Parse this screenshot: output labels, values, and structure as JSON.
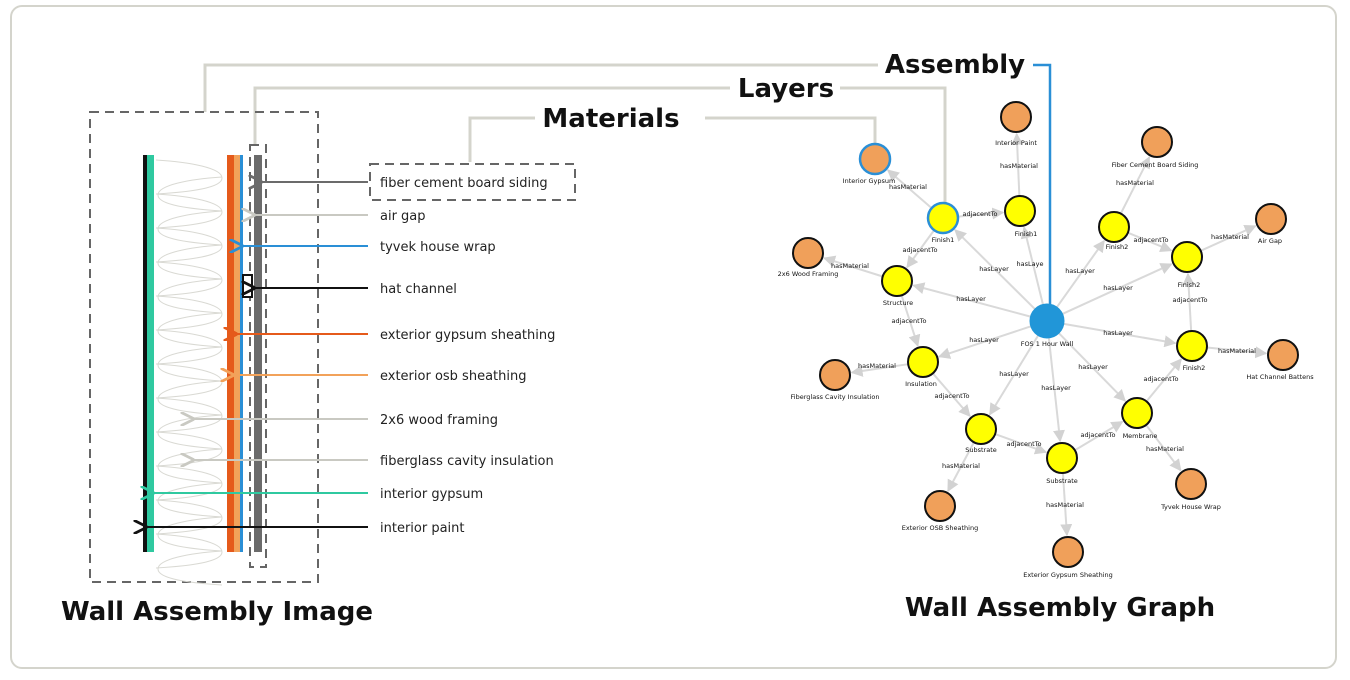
{
  "headers": {
    "assembly": "Assembly",
    "layers": "Layers",
    "materials": "Materials"
  },
  "titles": {
    "image": "Wall Assembly Image",
    "graph": "Wall Assembly Graph"
  },
  "callouts": [
    "fiber cement board siding",
    "air gap",
    "tyvek house wrap",
    "hat channel",
    "exterior gypsum sheathing",
    "exterior osb sheathing",
    "2x6 wood framing",
    "fiberglass cavity insulation",
    "interior gypsum",
    "interior paint"
  ],
  "colors": {
    "teal": "#2fc9a0",
    "orange": "#e55a1b",
    "lightorange": "#f2a25a",
    "gray": "#6b6b6b",
    "blue": "#2a8fd6",
    "lightgray": "#c9c9c2",
    "layernode": "#ffff00",
    "materialnode": "#f0a05a",
    "assemblynode": "#2196d8"
  },
  "graph": {
    "nodes": [
      {
        "id": "wall",
        "label": "FOS 1 Hour Wall",
        "kind": "assembly"
      },
      {
        "id": "fin1a",
        "label": "Finish1",
        "kind": "layer"
      },
      {
        "id": "fin1b",
        "label": "Finish1",
        "kind": "layer"
      },
      {
        "id": "fin2a",
        "label": "Finish2",
        "kind": "layer"
      },
      {
        "id": "fin2b",
        "label": "Finish2",
        "kind": "layer"
      },
      {
        "id": "fin2c",
        "label": "Finish2",
        "kind": "layer"
      },
      {
        "id": "struct",
        "label": "Structure",
        "kind": "layer"
      },
      {
        "id": "insul",
        "label": "Insulation",
        "kind": "layer"
      },
      {
        "id": "sub1",
        "label": "Substrate",
        "kind": "layer"
      },
      {
        "id": "sub2",
        "label": "Substrate",
        "kind": "layer"
      },
      {
        "id": "memb",
        "label": "Membrane",
        "kind": "layer"
      },
      {
        "id": "m_igyp",
        "label": "Interior Gypsum",
        "kind": "material"
      },
      {
        "id": "m_ipaint",
        "label": "Interior Paint",
        "kind": "material"
      },
      {
        "id": "m_fcbs",
        "label": "Fiber Cement Board Siding",
        "kind": "material"
      },
      {
        "id": "m_airgap",
        "label": "Air Gap",
        "kind": "material"
      },
      {
        "id": "m_wood",
        "label": "2x6 Wood Framing",
        "kind": "material"
      },
      {
        "id": "m_fgins",
        "label": "Fiberglass Cavity Insulation",
        "kind": "material"
      },
      {
        "id": "m_hat",
        "label": "Hat Channel Battens",
        "kind": "material"
      },
      {
        "id": "m_tyvek",
        "label": "Tyvek House Wrap",
        "kind": "material"
      },
      {
        "id": "m_osb",
        "label": "Exterior OSB Sheathing",
        "kind": "material"
      },
      {
        "id": "m_egyp",
        "label": "Exterior Gypsum Sheathing",
        "kind": "material"
      }
    ],
    "edges": [
      {
        "from": "wall",
        "to": "fin1a",
        "label": "hasLayer"
      },
      {
        "from": "wall",
        "to": "fin1b",
        "label": "hasLaye"
      },
      {
        "from": "wall",
        "to": "fin2a",
        "label": "hasLayer"
      },
      {
        "from": "wall",
        "to": "fin2b",
        "label": "hasLayer"
      },
      {
        "from": "wall",
        "to": "fin2c",
        "label": "hasLayer"
      },
      {
        "from": "wall",
        "to": "struct",
        "label": "hasLayer"
      },
      {
        "from": "wall",
        "to": "insul",
        "label": "hasLayer"
      },
      {
        "from": "wall",
        "to": "sub1",
        "label": "hasLayer"
      },
      {
        "from": "wall",
        "to": "sub2",
        "label": "hasLayer"
      },
      {
        "from": "wall",
        "to": "memb",
        "label": "hasLayer"
      },
      {
        "from": "fin1a",
        "to": "fin1b",
        "label": "adjacentTo"
      },
      {
        "from": "fin1a",
        "to": "struct",
        "label": "adjacentTo"
      },
      {
        "from": "struct",
        "to": "insul",
        "label": "adjacentTo"
      },
      {
        "from": "insul",
        "to": "sub1",
        "label": "adjacentTo"
      },
      {
        "from": "sub1",
        "to": "sub2",
        "label": "adjacentTo"
      },
      {
        "from": "sub2",
        "to": "memb",
        "label": "adjacentTo"
      },
      {
        "from": "memb",
        "to": "fin2c",
        "label": "adjacentTo"
      },
      {
        "from": "fin2c",
        "to": "fin2b",
        "label": "adjacentTo"
      },
      {
        "from": "fin2a",
        "to": "fin2b",
        "label": "adjacentTo"
      },
      {
        "from": "fin1a",
        "to": "m_igyp",
        "label": "hasMaterial"
      },
      {
        "from": "fin1b",
        "to": "m_ipaint",
        "label": "hasMaterial"
      },
      {
        "from": "fin2a",
        "to": "m_fcbs",
        "label": "hasMaterial"
      },
      {
        "from": "fin2b",
        "to": "m_airgap",
        "label": "hasMaterial"
      },
      {
        "from": "struct",
        "to": "m_wood",
        "label": "hasMaterial"
      },
      {
        "from": "insul",
        "to": "m_fgins",
        "label": "hasMaterial"
      },
      {
        "from": "fin2c",
        "to": "m_hat",
        "label": "hasMaterial"
      },
      {
        "from": "memb",
        "to": "m_tyvek",
        "label": "hasMaterial"
      },
      {
        "from": "sub1",
        "to": "m_osb",
        "label": "hasMaterial"
      },
      {
        "from": "sub2",
        "to": "m_egyp",
        "label": "hasMaterial"
      }
    ]
  }
}
